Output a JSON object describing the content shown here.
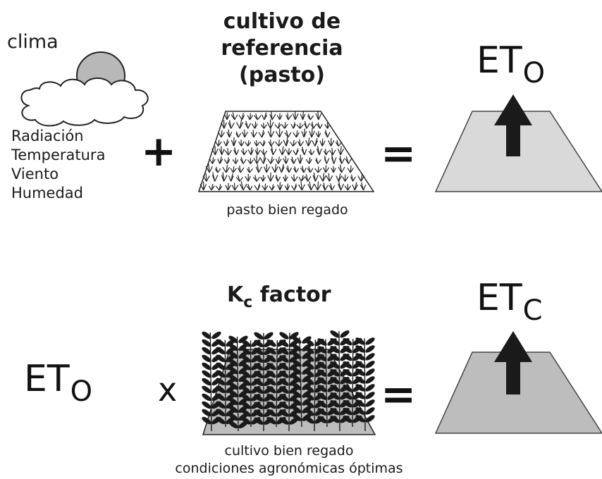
{
  "row1": {
    "climate_title": "clima",
    "climate_factors": [
      "Radiación",
      "Temperatura",
      "Viento",
      "Humedad"
    ],
    "plus": "+",
    "reference_title_lines": [
      "cultivo de",
      "referencia",
      "(pasto)"
    ],
    "reference_caption": "pasto bien regado",
    "equals": "=",
    "result_main": "ET",
    "result_sub": "O"
  },
  "row2": {
    "input_main": "ET",
    "input_sub": "O",
    "times": "x",
    "kc_main": "K",
    "kc_sub": "c",
    "kc_rest": " factor",
    "crop_caption_lines": [
      "cultivo bien regado",
      "condiciones agronómicas óptimas"
    ],
    "equals": "=",
    "result_main": "ET",
    "result_sub": "C"
  },
  "colors": {
    "surface_light": "#d9d9d9",
    "surface_dark": "#bdbdbd",
    "sun": "#b8b8b8",
    "arrow": "#1a1a1a"
  }
}
